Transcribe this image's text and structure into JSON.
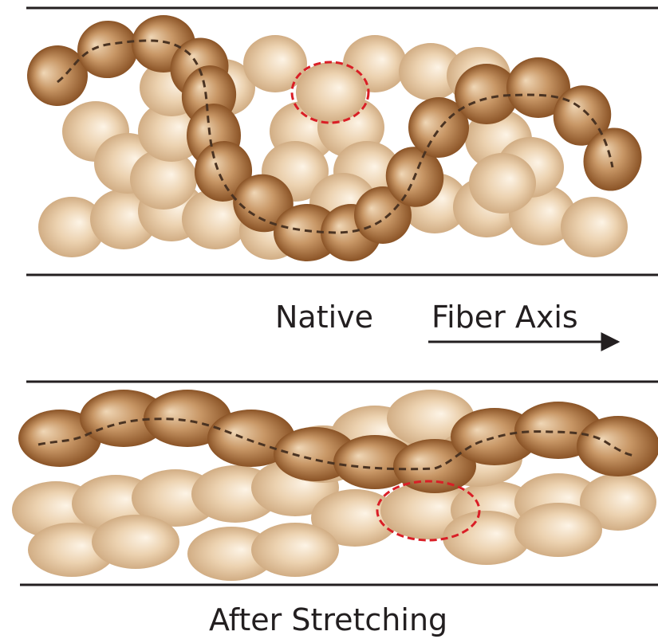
{
  "labels": {
    "native": "Native",
    "fiber_axis": "Fiber Axis",
    "after_stretching": "After Stretching"
  },
  "colors": {
    "light_bead_center": "#fbefde",
    "light_bead_edge": "#d4b38d",
    "dark_bead_center": "#ecd0ac",
    "dark_bead_edge": "#8e5628",
    "chain_path": "#4a3322",
    "highlight_ring": "#d91e26",
    "line": "#231f20"
  },
  "legend_arrow": "right-arrow-icon"
}
